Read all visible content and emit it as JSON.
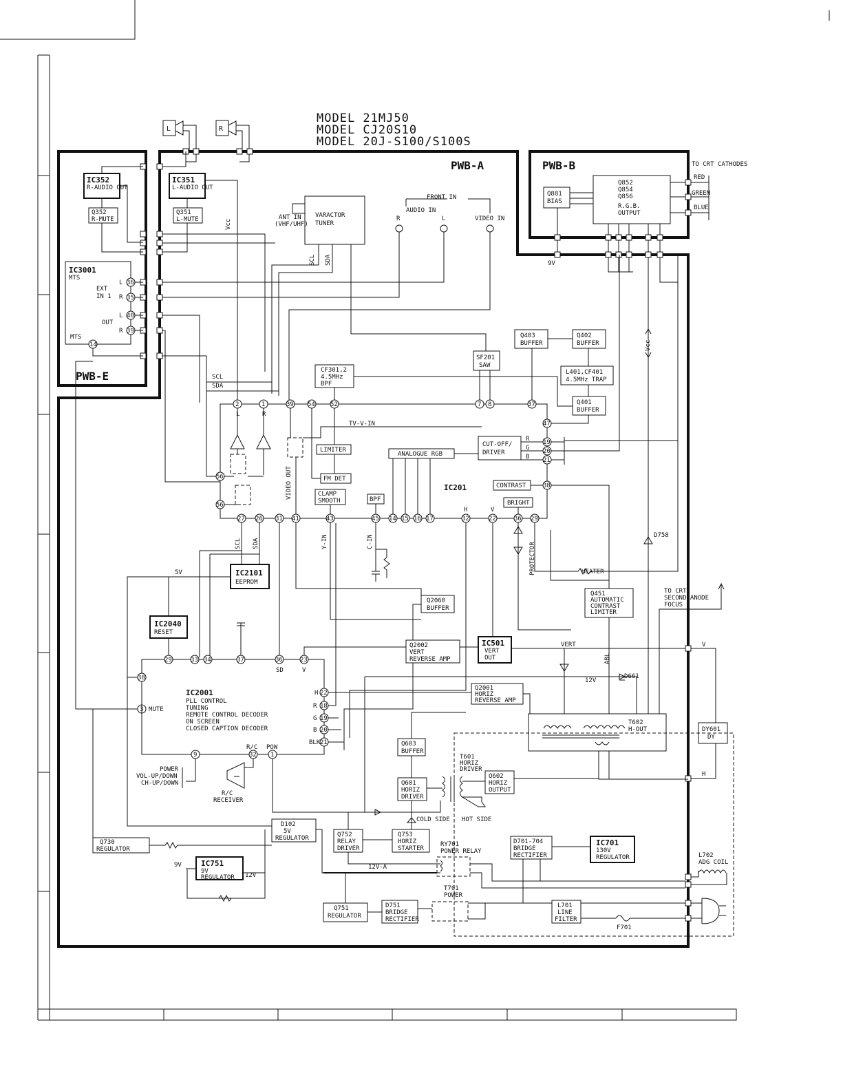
{
  "models": [
    "MODEL 21MJ50",
    "MODEL CJ20S10",
    "MODEL 20J-S100/S100S"
  ],
  "boards": {
    "pwb_a": "PWB-A",
    "pwb_b": "PWB-B",
    "pwb_e": "PWB-E"
  },
  "speakers": {
    "left": "L",
    "right": "R"
  },
  "blocks": {
    "ic352": {
      "name": "IC352",
      "desc": "R-AUDIO OUT"
    },
    "ic351": {
      "name": "IC351",
      "desc": "L-AUDIO OUT"
    },
    "q352": {
      "name": "Q352",
      "desc": "R-MUTE"
    },
    "q351": {
      "name": "Q351",
      "desc": "L-MUTE"
    },
    "ic3001": {
      "name": "IC3001",
      "desc": "MTS"
    },
    "tuner": {
      "l1": "VARACTOR",
      "l2": "TUNER"
    },
    "ant": {
      "l1": "ANT IN",
      "l2": "(VHF/UHF)"
    },
    "q881": {
      "l1": "Q881",
      "l2": "BIAS"
    },
    "rgb_out": {
      "l1": "Q852",
      "l2": "Q854",
      "l3": "Q856",
      "l4": "R.G.B.",
      "l5": "OUTPUT"
    },
    "q403": {
      "l1": "Q403",
      "l2": "BUFFER"
    },
    "q402": {
      "l1": "Q402",
      "l2": "BUFFER"
    },
    "l401": {
      "l1": "L401,CF401",
      "l2": "4.5MHz TRAP"
    },
    "q401": {
      "l1": "Q401",
      "l2": "BUFFER"
    },
    "sf201": {
      "l1": "SF201",
      "l2": "SAW"
    },
    "cf301": {
      "l1": "CF301,2",
      "l2": "4.5MHz",
      "l3": "BPF"
    },
    "limiter": "LIMITER",
    "fm_det": "FM DET",
    "clamp": {
      "l1": "CLAMP",
      "l2": "SMOOTH"
    },
    "bpf": "BPF",
    "analogue_rgb": "ANALOGUE RGB",
    "cutoff": {
      "l1": "CUT-OFF/",
      "l2": "DRIVER"
    },
    "contrast": "CONTRAST",
    "bright": "BRIGHT",
    "ic201": "IC201",
    "ic2101": {
      "name": "IC2101",
      "desc": "EEPROM"
    },
    "ic2040": {
      "name": "IC2040",
      "desc": "RESET"
    },
    "q2060": {
      "l1": "Q2060",
      "l2": "BUFFER"
    },
    "q2002": {
      "l1": "Q2002",
      "l2": "VERT",
      "l3": "REVERSE AMP"
    },
    "ic501": {
      "name": "IC501",
      "l1": "VERT",
      "l2": "OUT"
    },
    "q451": {
      "l1": "Q451",
      "l2": "AUTOMATIC",
      "l3": "CONTRAST",
      "l4": "LIMITER"
    },
    "ic2001": {
      "name": "IC2001",
      "lines": [
        "PLL CONTROL",
        "TUNING",
        "REMOTE CONTROL DECODER",
        "ON SCREEN",
        "CLOSED CAPTION DECODER"
      ]
    },
    "q2001": {
      "l1": "Q2001",
      "l2": "HORIZ",
      "l3": "REVERSE AMP"
    },
    "t602": {
      "l1": "T602",
      "l2": "H-OUT"
    },
    "dy601": {
      "l1": "DY601",
      "l2": "DY"
    },
    "q603": {
      "l1": "Q603",
      "l2": "BUFFER"
    },
    "q601": {
      "l1": "Q601",
      "l2": "HORIZ",
      "l3": "DRIVER"
    },
    "t601": {
      "l1": "T601",
      "l2": "HORIZ",
      "l3": "DRIVER"
    },
    "q602": {
      "l1": "Q602",
      "l2": "HORIZ",
      "l3": "OUTPUT"
    },
    "d102": {
      "l1": "D102",
      "l2": "5V",
      "l3": "REGULATOR"
    },
    "q752": {
      "l1": "Q752",
      "l2": "RELAY",
      "l3": "DRIVER"
    },
    "q753": {
      "l1": "Q753",
      "l2": "HORIZ",
      "l3": "STARTER"
    },
    "d701": {
      "l1": "D701-704",
      "l2": "BRIDGE",
      "l3": "RECTIFIER"
    },
    "ic701": {
      "name": "IC701",
      "l1": "130V",
      "l2": "REGULATOR"
    },
    "q730": {
      "l1": "Q730",
      "l2": "REGULATOR"
    },
    "ic751": {
      "name": "IC751",
      "l1": "9V",
      "l2": "REGULATOR"
    },
    "q751": {
      "l1": "Q751",
      "l2": "REGULATOR"
    },
    "d751": {
      "l1": "D751",
      "l2": "BRIDGE",
      "l3": "RECTIFIER"
    },
    "l701": {
      "l1": "L701",
      "l2": "LINE",
      "l3": "FILTER"
    },
    "rc_receiver": {
      "l1": "R/C",
      "l2": "RECEIVER"
    }
  },
  "labels": {
    "front_in": "FRONT IN",
    "audio_in": "AUDIO IN",
    "video_in": "VIDEO IN",
    "r": "R",
    "l": "L",
    "g": "G",
    "b": "B",
    "h": "H",
    "v": "V",
    "vcc": "Vcc",
    "scl": "SCL",
    "sda": "SDA",
    "ext_in": "EXT",
    "in1": "IN 1",
    "out": "OUT",
    "mts": "MTS",
    "tv_v_in": "TV-V-IN",
    "video_out": "VIDEO OUT",
    "y_in": "Y-IN",
    "c_in": "C-IN",
    "to_crt_cathodes": "TO CRT CATHODES",
    "red": "RED",
    "green": "GREEN",
    "blue": "BLUE",
    "nine_v": "9V",
    "five_v": "5V",
    "twelve_v": "12V",
    "twelve_v_a": "12V-A",
    "protector": "PROTECTOR",
    "heater": "HEATER",
    "d758": "D758",
    "to_crt_anode": [
      "TO CRT",
      "SECOND ANODE",
      "FOCUS"
    ],
    "vert": "VERT",
    "abl": "ABL",
    "d661": "D661",
    "mute": "MUTE",
    "sd": "SD",
    "rc": "R/C",
    "pow": "POW",
    "blk": "BLK",
    "power_keys": [
      "POWER",
      "VOL-UP/DOWN",
      "CH-UP/DOWN"
    ],
    "cold_side": "COLD SIDE",
    "hot_side": "HOT SIDE",
    "ry701": [
      "RY701",
      "POWER RELAY"
    ],
    "t701": [
      "T701",
      "POWER"
    ],
    "l702": [
      "L702",
      "ADG COIL"
    ],
    "f701": "F701"
  },
  "pins": {
    "ic3001": [
      "36",
      "35",
      "40",
      "39",
      "14"
    ],
    "ic201_top": [
      "2",
      "1",
      "39",
      "54",
      "52",
      "7",
      "8",
      "37"
    ],
    "ic201_right": [
      "47",
      "19",
      "20",
      "21",
      "38"
    ],
    "ic201_left": [
      "56",
      "56"
    ],
    "ic201_bottom": [
      "27",
      "26",
      "31",
      "41",
      "43",
      "45",
      "14",
      "15",
      "16",
      "17",
      "32",
      "22",
      "36",
      "29"
    ],
    "ic2001_top": [
      "29",
      "33",
      "34",
      "37",
      "36",
      "23"
    ],
    "ic2001_left": [
      "38",
      "3"
    ],
    "ic2001_right": [
      "22",
      "18",
      "19",
      "20",
      "21"
    ],
    "ic2001_bottom": [
      "9",
      "32",
      "1"
    ]
  }
}
